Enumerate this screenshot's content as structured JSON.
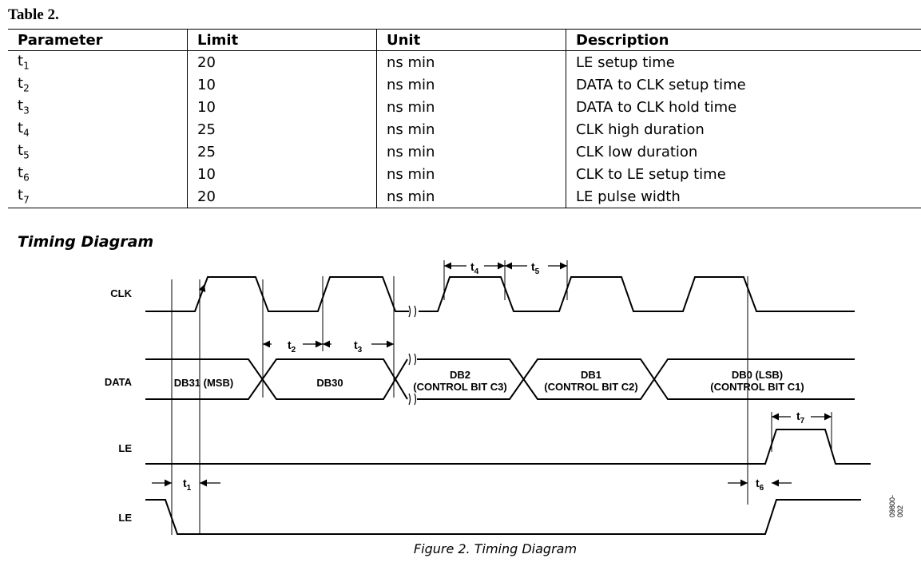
{
  "table": {
    "caption": "Table 2.",
    "headers": [
      "Parameter",
      "Limit",
      "Unit",
      "Description"
    ],
    "rows": [
      {
        "param": "t",
        "sub": "1",
        "limit": "20",
        "unit": "ns min",
        "desc": "LE setup time"
      },
      {
        "param": "t",
        "sub": "2",
        "limit": "10",
        "unit": "ns min",
        "desc": "DATA to CLK setup time"
      },
      {
        "param": "t",
        "sub": "3",
        "limit": "10",
        "unit": "ns min",
        "desc": "DATA to CLK hold time"
      },
      {
        "param": "t",
        "sub": "4",
        "limit": "25",
        "unit": "ns min",
        "desc": "CLK high duration"
      },
      {
        "param": "t",
        "sub": "5",
        "limit": "25",
        "unit": "ns min",
        "desc": "CLK low duration"
      },
      {
        "param": "t",
        "sub": "6",
        "limit": "10",
        "unit": "ns min",
        "desc": "CLK to LE setup time"
      },
      {
        "param": "t",
        "sub": "7",
        "limit": "20",
        "unit": "ns min",
        "desc": "LE pulse width"
      }
    ]
  },
  "diagram": {
    "title": "Timing Diagram",
    "signals": {
      "clk": "CLK",
      "data": "DATA",
      "le1": "LE",
      "le2": "LE"
    },
    "data_fields": {
      "db31": "DB31 (MSB)",
      "db30": "DB30",
      "db2_l1": "DB2",
      "db2_l2": "(CONTROL BIT C3)",
      "db1_l1": "DB1",
      "db1_l2": "(CONTROL BIT C2)",
      "db0_l1": "DB0 (LSB)",
      "db0_l2": "(CONTROL BIT C1)"
    },
    "timing_labels": {
      "t1": {
        "main": "t",
        "sub": "1"
      },
      "t2": {
        "main": "t",
        "sub": "2"
      },
      "t3": {
        "main": "t",
        "sub": "3"
      },
      "t4": {
        "main": "t",
        "sub": "4"
      },
      "t5": {
        "main": "t",
        "sub": "5"
      },
      "t6": {
        "main": "t",
        "sub": "6"
      },
      "t7": {
        "main": "t",
        "sub": "7"
      }
    },
    "figure_caption": "Figure 2. Timing Diagram",
    "doc_code": "09800-002"
  }
}
